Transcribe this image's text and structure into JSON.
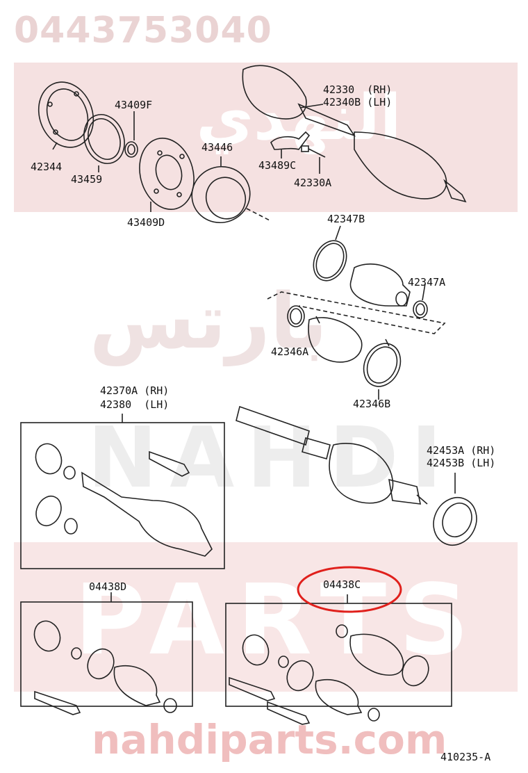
{
  "header": {
    "part_number": "0443753040"
  },
  "watermark": {
    "arabic_text": "النهدي",
    "arabic_text_2": "بارتس",
    "brand": "NAHDI",
    "brand_2": "PARTS",
    "url": "nahdiparts.com"
  },
  "labels": {
    "p42344": "42344",
    "p43459": "43459",
    "p43409F": "43409F",
    "p43409D": "43409D",
    "p43446": "43446",
    "p43489C": "43489C",
    "p42330A": "42330A",
    "p42330": "42330  (RH)",
    "p42340B": "42340B (LH)",
    "p42347B": "42347B",
    "p42347A": "42347A",
    "p42346A": "42346A",
    "p42346B": "42346B",
    "p42370A": "42370A (RH)",
    "p42380": "42380  (LH)",
    "p42453A": "42453A (RH)",
    "p42453B": "42453B (LH)",
    "p04438D": "04438D",
    "p04438C": "04438C"
  },
  "diagram_id": "410235-A",
  "colors": {
    "highlight": "#e0201c",
    "watermark": "#f1d3d3",
    "line": "#222222"
  }
}
